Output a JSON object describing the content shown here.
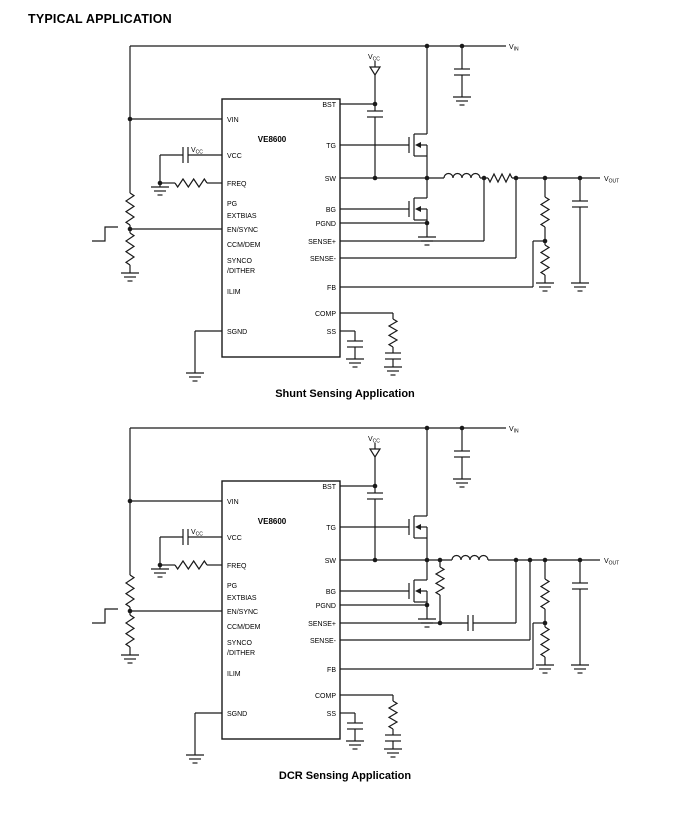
{
  "page": {
    "title": "TYPICAL APPLICATION"
  },
  "colors": {
    "ink": "#1a1a1a",
    "background": "#ffffff"
  },
  "ic": {
    "name": "VE8600"
  },
  "pins": {
    "left": [
      "VIN",
      "VCC",
      "FREQ",
      "PG",
      "EXTBIAS",
      "EN/SYNC",
      "CCM/DEM",
      "SYNCO",
      "/DITHER",
      "ILIM",
      "SGND"
    ],
    "right": [
      "BST",
      "TG",
      "SW",
      "BG",
      "PGND",
      "SENSE+",
      "SENSE-",
      "FB",
      "COMP",
      "SS"
    ]
  },
  "nets": {
    "vin": {
      "base": "V",
      "sub": "IN"
    },
    "vout": {
      "base": "V",
      "sub": "OUT"
    },
    "vcc": {
      "base": "V",
      "sub": "CC"
    }
  },
  "diagrams": [
    {
      "caption": "Shunt Sensing Application"
    },
    {
      "caption": "DCR Sensing Application"
    }
  ]
}
